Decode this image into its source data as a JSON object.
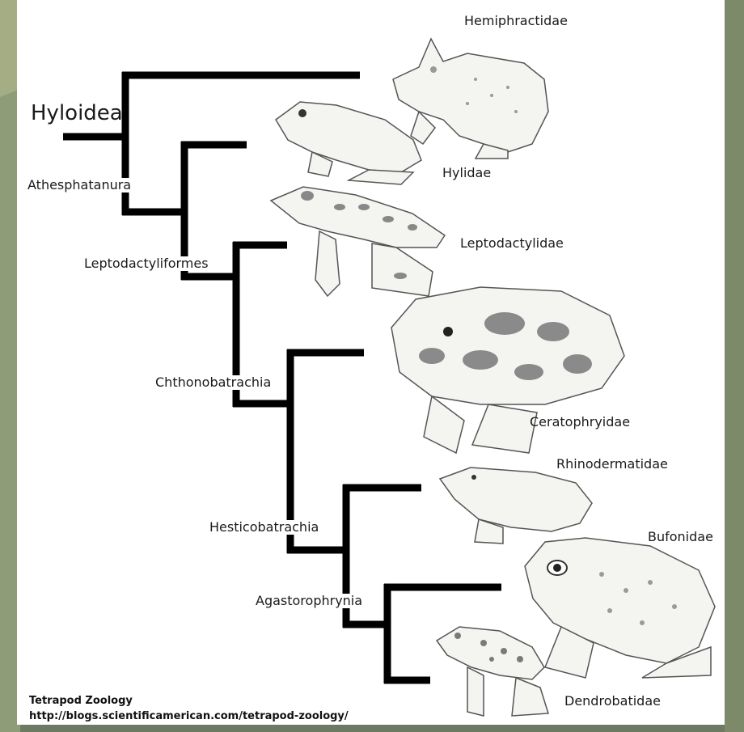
{
  "clades": {
    "hyloidea": "Hyloidea",
    "athesphatanura": "Athesphatanura",
    "leptodactyliformes": "Leptodactyliformes",
    "chthonobatrachia": "Chthonobatrachia",
    "hesticobatrachia": "Hesticobatrachia",
    "agastorophrynia": "Agastorophrynia"
  },
  "families": {
    "hemiphractidae": "Hemiphractidae",
    "hylidae": "Hylidae",
    "leptodactylidae": "Leptodactylidae",
    "ceratophryidae": "Ceratophryidae",
    "rhinodermatidae": "Rhinodermatidae",
    "bufonidae": "Bufonidae",
    "dendrobatidae": "Dendrobatidae"
  },
  "credit": {
    "title": "Tetrapod Zoology",
    "url": "http://blogs.scientificamerican.com/tetrapod-zoology/"
  },
  "colors": {
    "background": "#6f7a66",
    "panel": "#ffffff",
    "branch": "#000000"
  }
}
